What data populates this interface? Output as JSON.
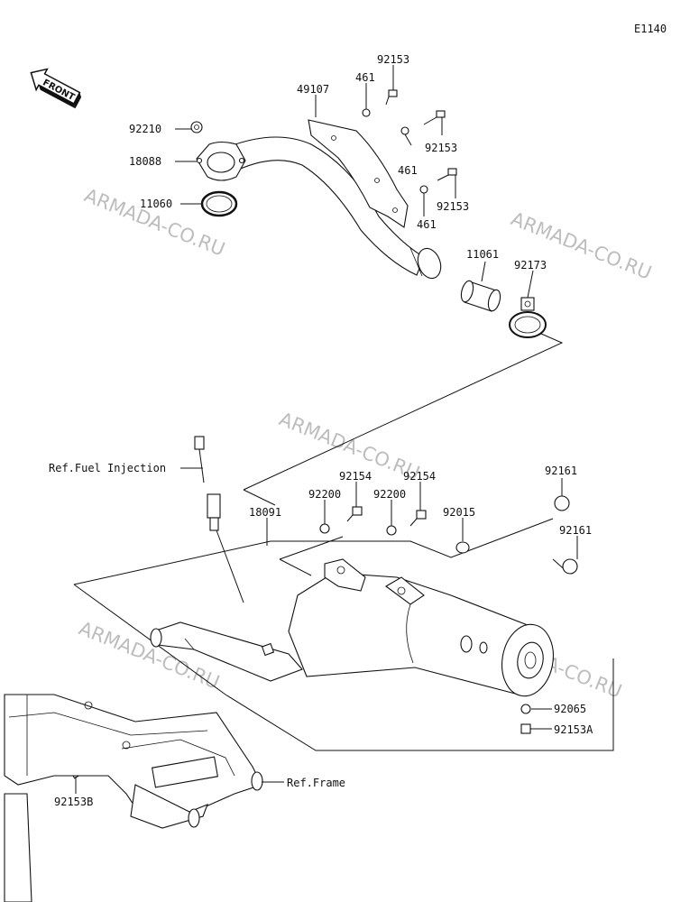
{
  "diagram_code": "E1140",
  "front_label": "FRONT",
  "watermark": "ARMADA-CO.RU",
  "refs": {
    "fuel_injection": "Ref.Fuel Injection",
    "frame": "Ref.Frame"
  },
  "parts": {
    "p92153_top": "92153",
    "p461_top": "461",
    "p49107": "49107",
    "p92210": "92210",
    "p18088": "18088",
    "p11060": "11060",
    "p461_mid": "461",
    "p92153_mid": "92153",
    "p92153_low": "92153",
    "p461_low": "461",
    "p11061": "11061",
    "p92173": "92173",
    "p92154_a": "92154",
    "p92154_b": "92154",
    "p92200_a": "92200",
    "p92200_b": "92200",
    "p18091": "18091",
    "p92015": "92015",
    "p92161_a": "92161",
    "p92161_b": "92161",
    "p92065": "92065",
    "p92153A": "92153A",
    "p92153B": "92153B"
  }
}
